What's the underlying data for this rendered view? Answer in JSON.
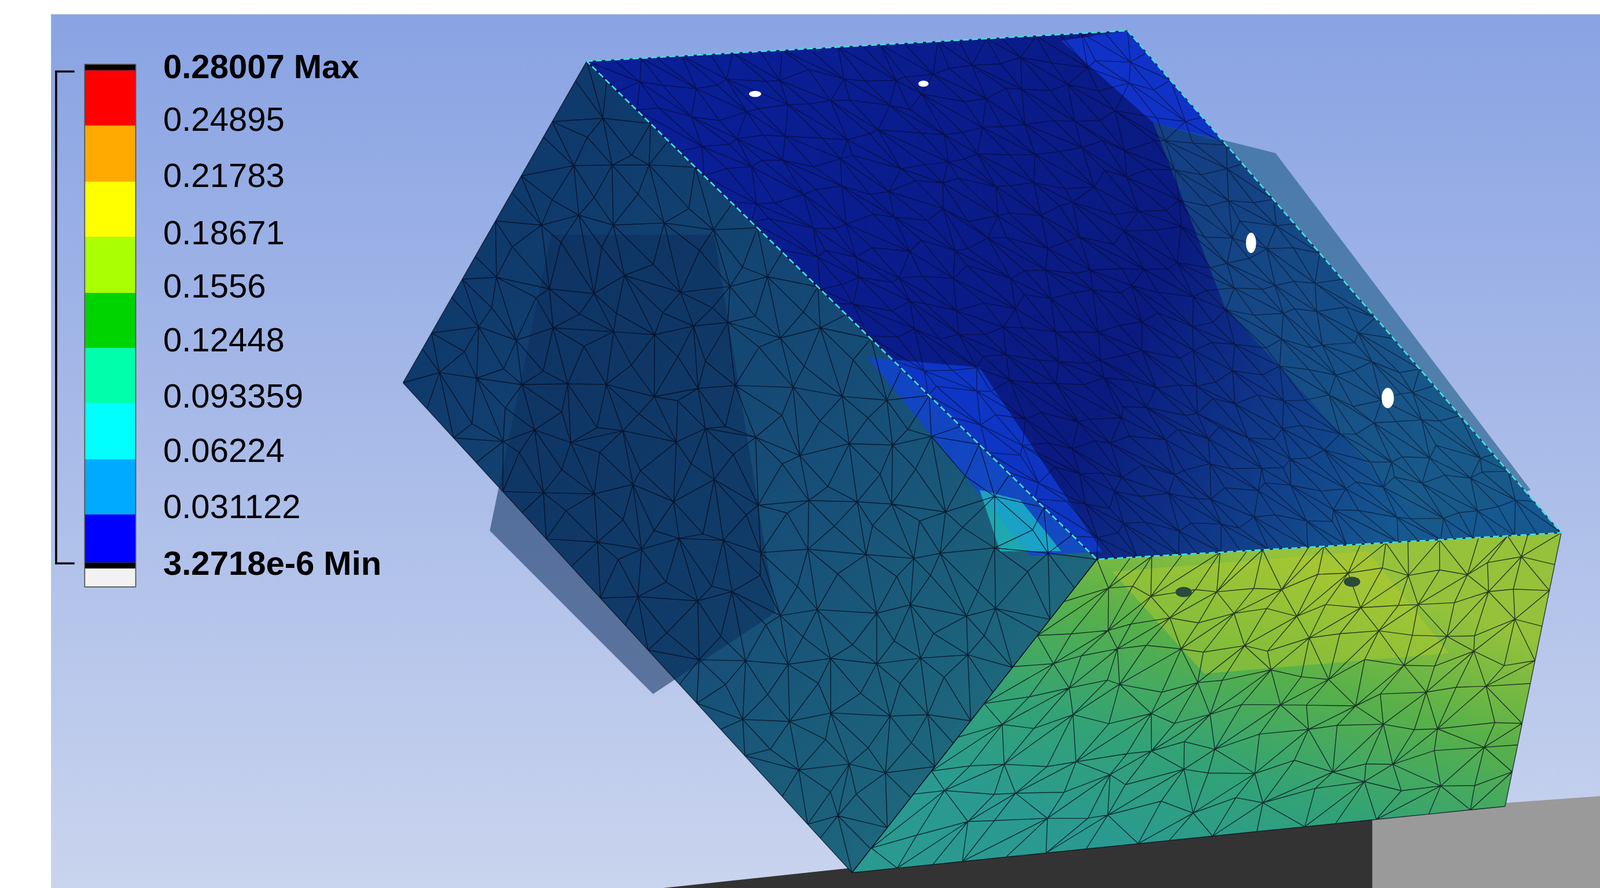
{
  "diagram": {
    "labels": [
      "0.28007 Max",
      "0.24895",
      "0.21783",
      "0.18671",
      "0.1556",
      "0.12448",
      "0.093359",
      "0.06224",
      "0.031122",
      "3.2718e-6 Min"
    ]
  }
}
